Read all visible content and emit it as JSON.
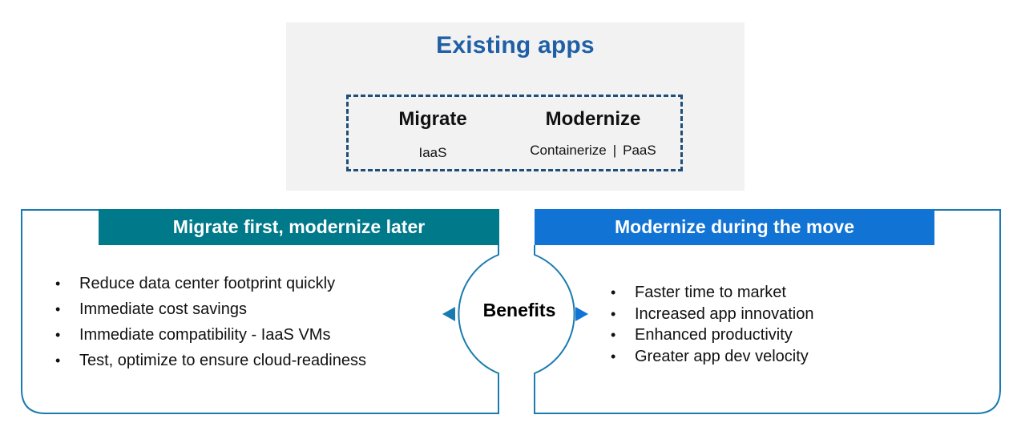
{
  "colors": {
    "title_blue": "#1e5fa6",
    "teal": "#007a8a",
    "blue": "#1173d4",
    "outline": "#1a7bb0",
    "gray_box": "#f2f2f2"
  },
  "existing": {
    "title": "Existing apps",
    "migrate": {
      "title": "Migrate",
      "subtitle": "IaaS"
    },
    "modernize": {
      "title": "Modernize",
      "sub_left": "Containerize",
      "separator": "|",
      "sub_right": "PaaS"
    }
  },
  "left_panel": {
    "banner": "Migrate first, modernize later",
    "bullets": [
      "Reduce data center footprint quickly",
      "Immediate cost savings",
      "Immediate compatibility - IaaS VMs",
      "Test, optimize to ensure cloud-readiness"
    ]
  },
  "center": {
    "label": "Benefits"
  },
  "right_panel": {
    "banner": "Modernize during the move",
    "bullets": [
      "Faster time to market",
      "Increased app innovation",
      "Enhanced productivity",
      "Greater app dev velocity"
    ]
  }
}
